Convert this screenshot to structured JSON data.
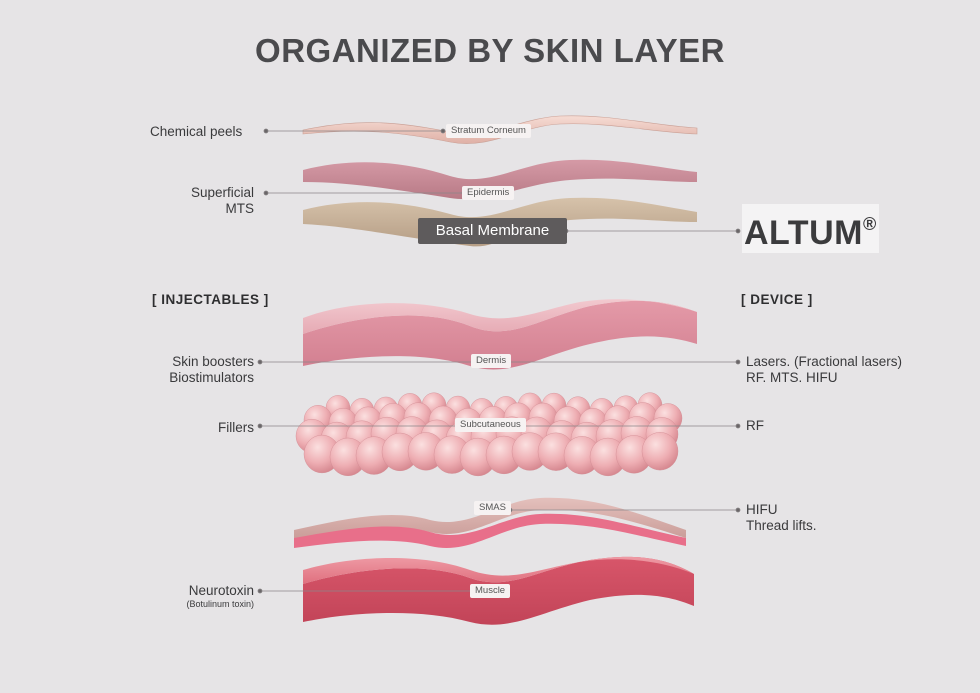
{
  "title": "ORGANIZED BY SKIN LAYER",
  "sections": {
    "left": "[ INJECTABLES ]",
    "right": "[ DEVICE ]"
  },
  "brand": {
    "name": "ALTUM",
    "mark": "®"
  },
  "layers": {
    "stratum": "Stratum Corneum",
    "epidermis": "Epidermis",
    "basal": "Basal Membrane",
    "dermis": "Dermis",
    "subcutaneous": "Subcutaneous",
    "smas": "SMAS",
    "muscle": "Muscle"
  },
  "left_labels": {
    "chemical_peels": "Chemical peels",
    "superficial_1": "Superficial",
    "superficial_2": "MTS",
    "skin_boosters": "Skin boosters",
    "biostimulators": "Biostimulators",
    "fillers": "Fillers",
    "neurotoxin": "Neurotoxin",
    "neurotoxin_sub": "(Botulinum toxin)"
  },
  "right_labels": {
    "lasers": "Lasers. (Fractional lasers)",
    "rf_mts_hifu": "RF. MTS. HIFU",
    "rf": "RF",
    "hifu": "HIFU",
    "thread_lifts": "Thread lifts."
  },
  "colors": {
    "background": "#e6e4e6",
    "stratum": "#f0cfc6",
    "epidermis": "#c98a96",
    "basal_layer": "#c9b29a",
    "dermis": "#e6a4b0",
    "subcutaneous": "#efb8bc",
    "smas": "#d98a9a",
    "muscle": "#d95a6e",
    "basal_badge": "#5e5b5c"
  }
}
